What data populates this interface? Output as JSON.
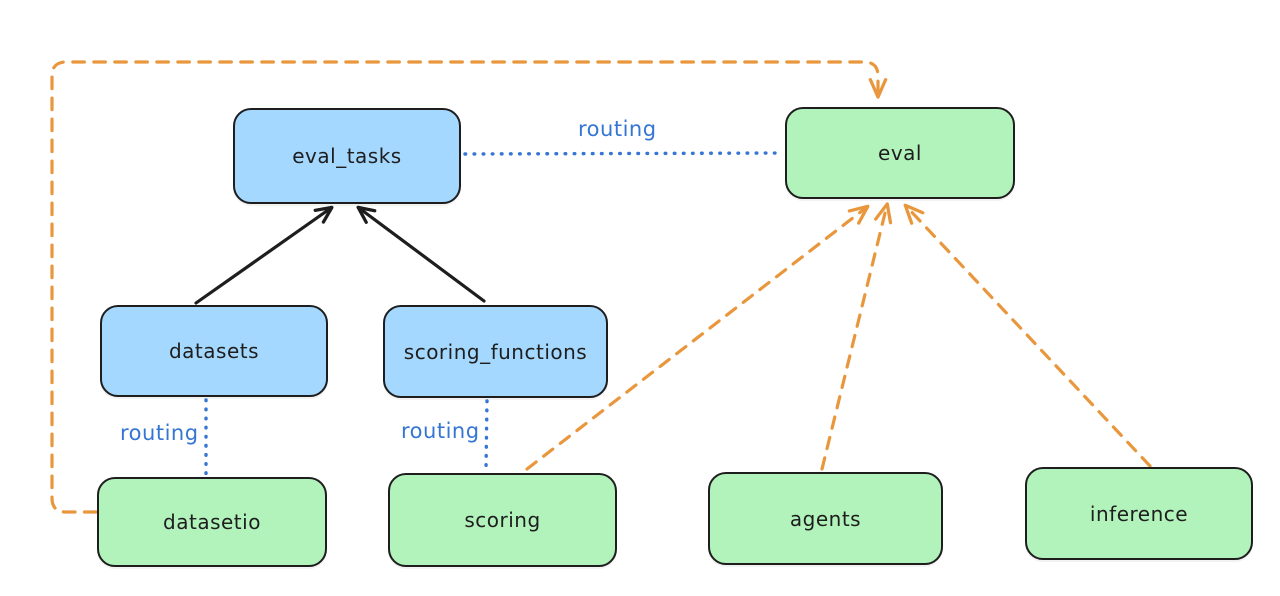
{
  "diagram": {
    "title": "provider routing diagram",
    "colors": {
      "background": "#ffffff",
      "blue_node_fill": "#a5d8ff",
      "green_node_fill": "#b2f2bb",
      "node_stroke": "#1e1e1e",
      "routing_blue": "#3575d4",
      "orange_dashed": "#e9973d",
      "black_arrow": "#1e1e1e"
    },
    "nodes": [
      {
        "id": "eval_tasks",
        "label": "eval_tasks",
        "fill": "blue"
      },
      {
        "id": "eval",
        "label": "eval",
        "fill": "green"
      },
      {
        "id": "datasets",
        "label": "datasets",
        "fill": "blue"
      },
      {
        "id": "scoring_functions",
        "label": "scoring_functions",
        "fill": "blue"
      },
      {
        "id": "datasetio",
        "label": "datasetio",
        "fill": "green"
      },
      {
        "id": "scoring",
        "label": "scoring",
        "fill": "green"
      },
      {
        "id": "agents",
        "label": "agents",
        "fill": "green"
      },
      {
        "id": "inference",
        "label": "inference",
        "fill": "green"
      }
    ],
    "edge_labels": [
      {
        "id": "routing-top",
        "text": "routing"
      },
      {
        "id": "routing-left",
        "text": "routing"
      },
      {
        "id": "routing-center",
        "text": "routing"
      }
    ],
    "edges": [
      {
        "from": "datasets",
        "to": "eval_tasks",
        "style": "solid-black-arrow"
      },
      {
        "from": "scoring_functions",
        "to": "eval_tasks",
        "style": "solid-black-arrow"
      },
      {
        "from": "eval_tasks",
        "to": "eval",
        "style": "dotted-blue",
        "label": "routing"
      },
      {
        "from": "datasets",
        "to": "datasetio",
        "style": "dotted-blue",
        "label": "routing"
      },
      {
        "from": "scoring_functions",
        "to": "scoring",
        "style": "dotted-blue",
        "label": "routing"
      },
      {
        "from": "datasetio",
        "to": "eval",
        "style": "dashed-orange-arrow"
      },
      {
        "from": "scoring",
        "to": "eval",
        "style": "dashed-orange-arrow"
      },
      {
        "from": "agents",
        "to": "eval",
        "style": "dashed-orange-arrow"
      },
      {
        "from": "inference",
        "to": "eval",
        "style": "dashed-orange-arrow"
      }
    ]
  }
}
